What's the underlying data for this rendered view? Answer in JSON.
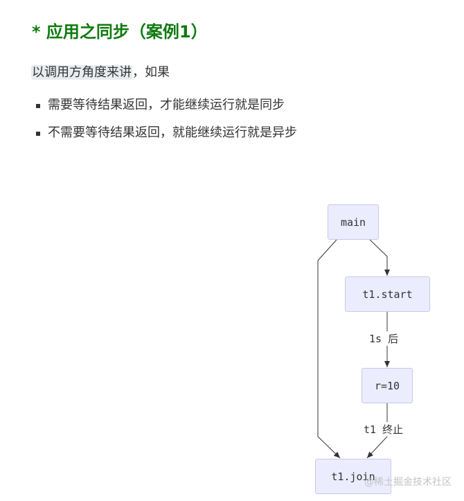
{
  "heading": "* 应用之同步（案例1）",
  "intro": {
    "highlighted": "以调用方角度来讲",
    "rest": "，如果"
  },
  "bullets": [
    "需要等待结果返回，才能继续运行就是同步",
    "不需要等待结果返回，就能继续运行就是异步"
  ],
  "diagram": {
    "nodes": {
      "main": "main",
      "start": "t1.start",
      "r": "r=10",
      "join": "t1.join"
    },
    "edge_labels": {
      "after": "1s 后",
      "terminate": "t1 终止"
    }
  },
  "watermark": "@稀土掘金技术社区"
}
